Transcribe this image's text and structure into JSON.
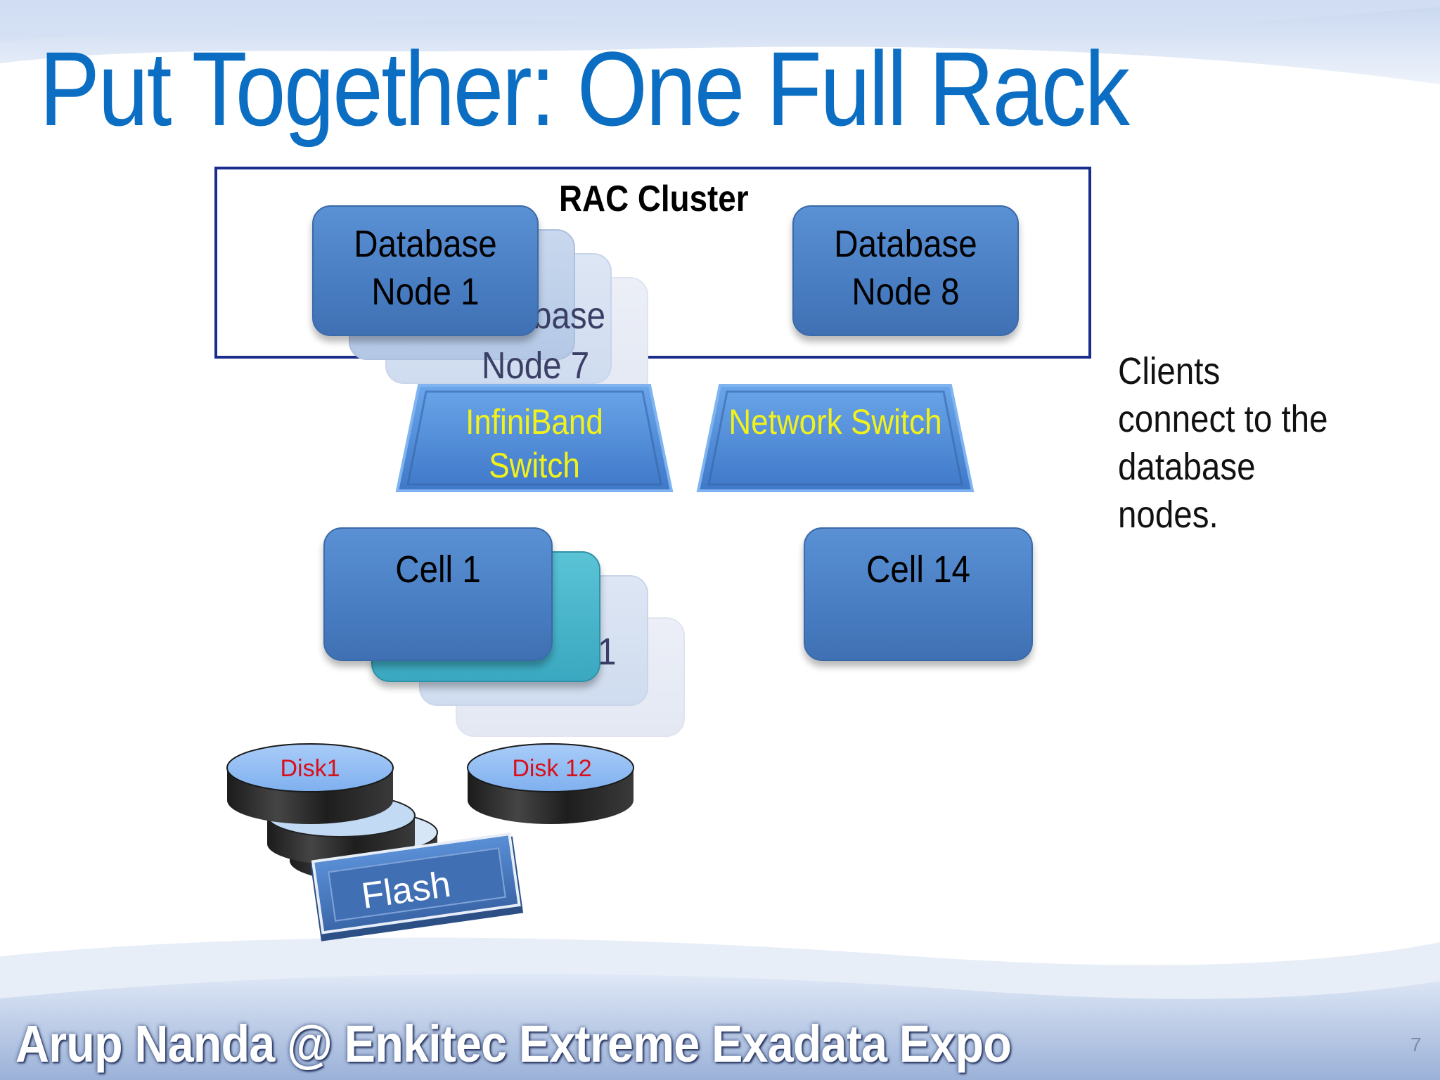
{
  "title": "Put Together: One Full Rack",
  "cluster": {
    "label": "RAC Cluster"
  },
  "database_nodes": {
    "first": "Database\nNode 1",
    "last": "Database\nNode 8",
    "stack_partial_upper": "base",
    "stack_partial_lower": "Node 7"
  },
  "switches": {
    "infiniband": "InfiniBand\nSwitch",
    "network": "Network Switch"
  },
  "cells": {
    "first": "Cell 1",
    "last": "Cell 14",
    "stack_partial": "1"
  },
  "disks": {
    "first": "Disk1",
    "last": "Disk 12"
  },
  "flash": {
    "label": "Flash"
  },
  "side_note": "Clients connect to the database nodes.",
  "footer": "Arup Nanda @ Enkitec Extreme Exadata Expo",
  "page_number": "7",
  "colors": {
    "title": "#0B6EC2",
    "box_fill": "#4A7FC4",
    "switch_label": "#F2F21A",
    "disk_label": "#D8101A",
    "cluster_border": "#1A2D8C"
  }
}
